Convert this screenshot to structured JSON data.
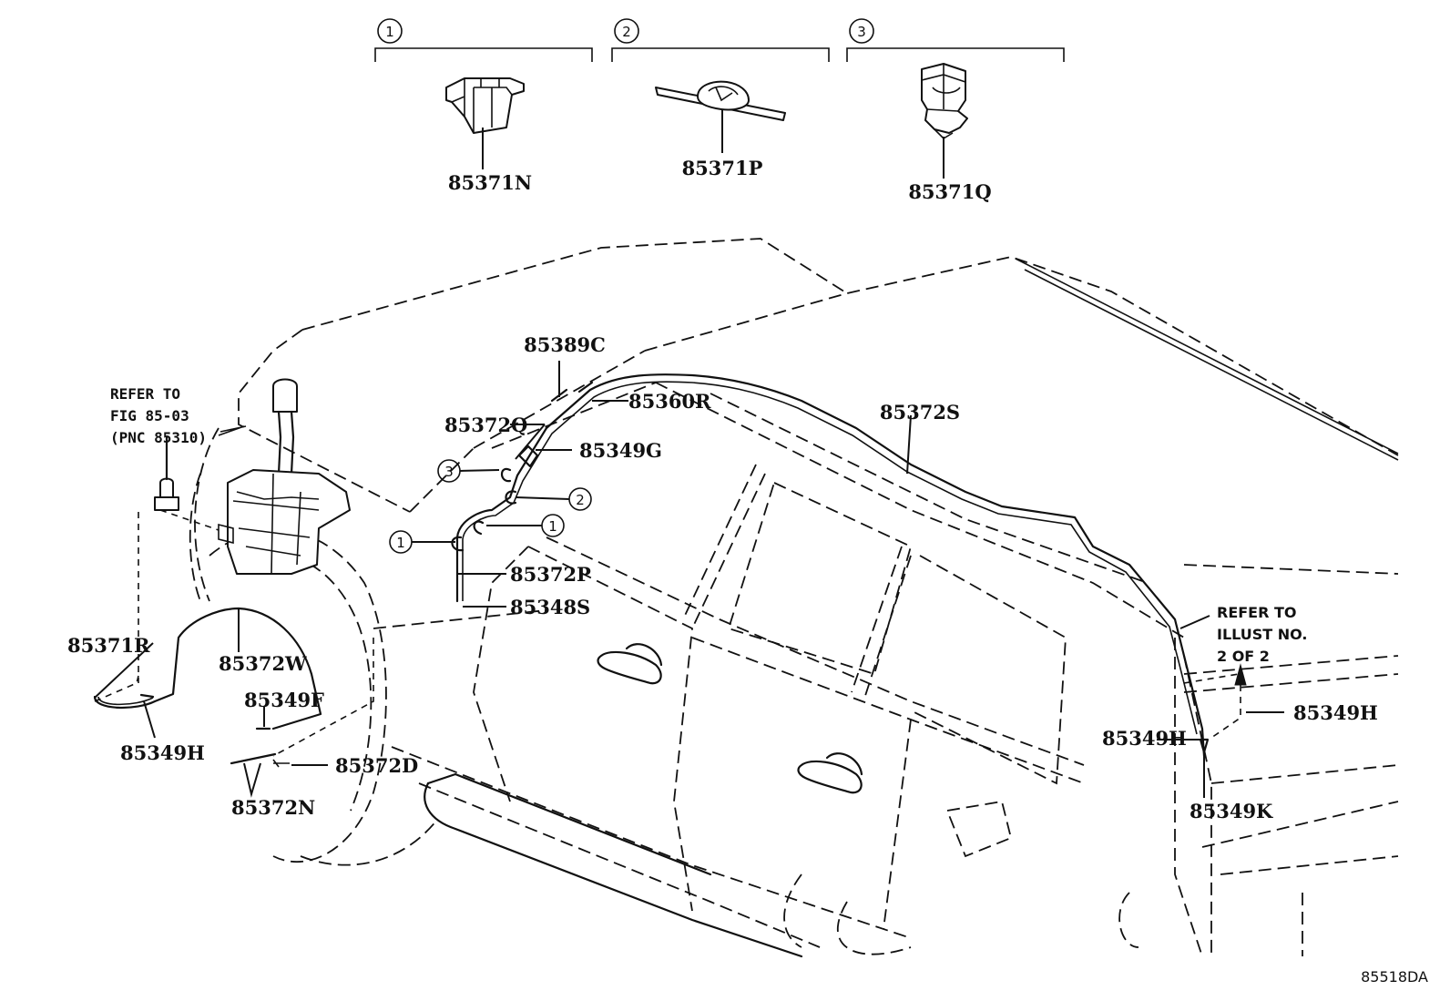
{
  "diagram": {
    "id_code": "85518DA",
    "detail_callouts": [
      {
        "number": "1",
        "part": "85371N"
      },
      {
        "number": "2",
        "part": "85371P"
      },
      {
        "number": "3",
        "part": "85371Q"
      }
    ],
    "refer_left": [
      "REFER TO",
      "FIG 85-03",
      "(PNC 85310)"
    ],
    "refer_right": [
      "REFER TO",
      "ILLUST NO.",
      "2 OF 2"
    ],
    "labels": {
      "p85389C": "85389C",
      "p85360R": "85360R",
      "p85372Q": "85372Q",
      "p85349G": "85349G",
      "p85372S": "85372S",
      "p85372P": "85372P",
      "p85348S": "85348S",
      "p85371R": "85371R",
      "p85372W": "85372W",
      "p85349F": "85349F",
      "p85349H_left": "85349H",
      "p85372D": "85372D",
      "p85372N": "85372N",
      "p85349H_right": "85349H",
      "p85349H_mid": "85349H",
      "p85349K": "85349K"
    },
    "body_callouts": [
      "3",
      "2",
      "1",
      "1"
    ]
  }
}
